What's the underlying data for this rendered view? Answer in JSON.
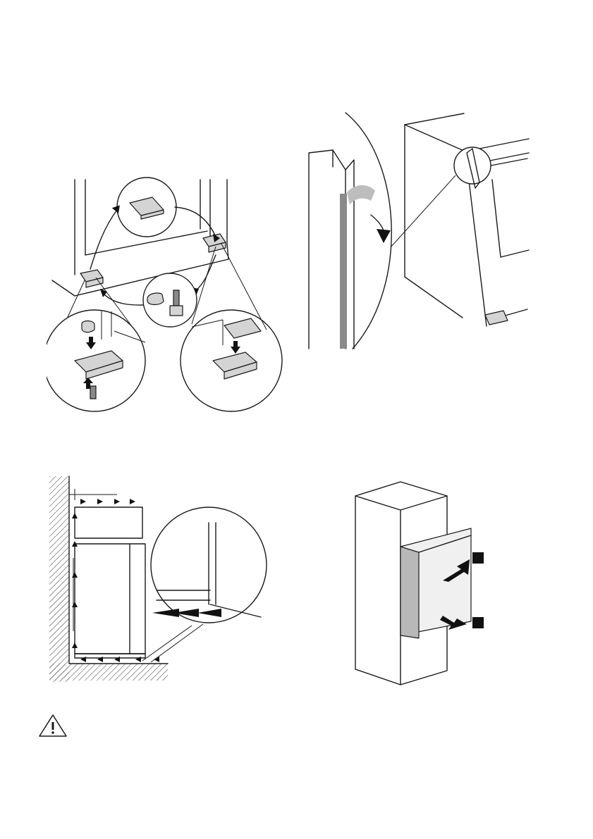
{
  "page": {
    "figures": [
      {
        "id": "fig-hinge-covers",
        "icon": "hinge-cover-assembly-icon"
      },
      {
        "id": "fig-seal-strip",
        "icon": "seal-strip-peel-icon"
      },
      {
        "id": "fig-ventilation",
        "icon": "airflow-ventilation-icon"
      },
      {
        "id": "fig-cabinet-push",
        "icon": "appliance-push-into-cabinet-icon"
      }
    ],
    "warning": {
      "icon": "warning-triangle-icon",
      "color": "#1a1a1a"
    }
  }
}
